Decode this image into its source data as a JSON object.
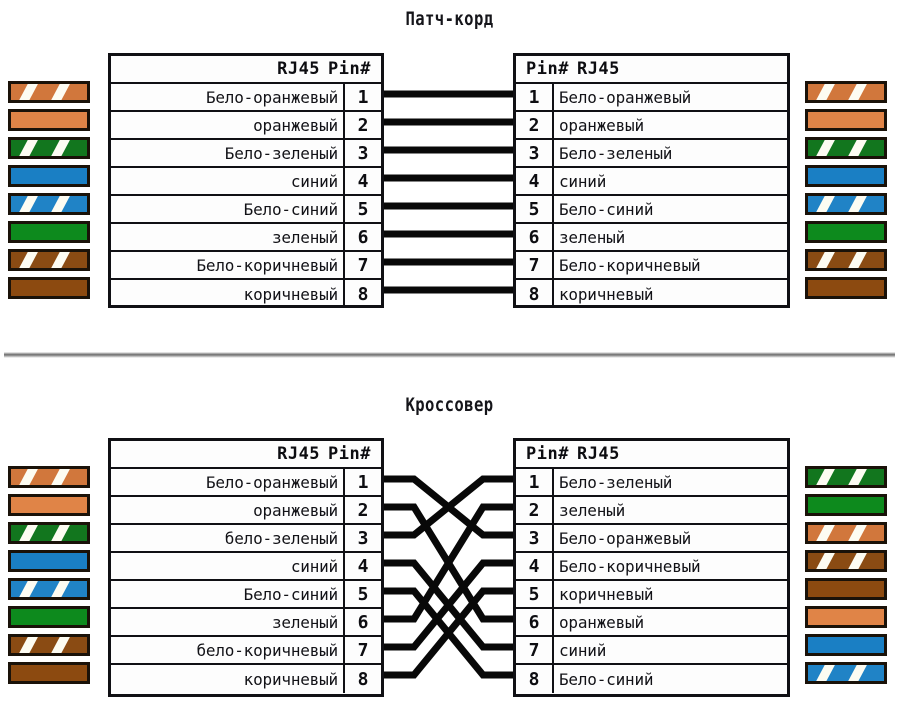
{
  "page": {
    "divider_color": "#6e6e6e",
    "background": "#ffffff"
  },
  "palette": {
    "white_orange": "#d1773c",
    "orange": "#e08447",
    "white_green": "#12761e",
    "blue": "#1a7fc4",
    "white_blue": "#2083c6",
    "green": "#0d8a1d",
    "white_brown": "#8a4b13",
    "brown": "#8c4a10",
    "stripe": "#fdfcf2",
    "border": "#1a1209",
    "table_border": "#101014",
    "text": "#121217"
  },
  "diagrams": [
    {
      "id": "patch-cord",
      "title": "Патч-корд",
      "left_table": {
        "header_rj45": "RJ45",
        "header_pin": "Pin#",
        "rows": [
          {
            "pin": "1",
            "name": "Бело-оранжевый",
            "color": "white_orange",
            "striped": true
          },
          {
            "pin": "2",
            "name": "оранжевый",
            "color": "orange",
            "striped": false
          },
          {
            "pin": "3",
            "name": "Бело-зеленый",
            "color": "white_green",
            "striped": true
          },
          {
            "pin": "4",
            "name": "синий",
            "color": "blue",
            "striped": false
          },
          {
            "pin": "5",
            "name": "Бело-синий",
            "color": "white_blue",
            "striped": true
          },
          {
            "pin": "6",
            "name": "зеленый",
            "color": "green",
            "striped": false
          },
          {
            "pin": "7",
            "name": "Бело-коричневый",
            "color": "white_brown",
            "striped": true
          },
          {
            "pin": "8",
            "name": "коричневый",
            "color": "brown",
            "striped": false
          }
        ]
      },
      "right_table": {
        "header_pin": "Pin#",
        "header_rj45": "RJ45",
        "rows": [
          {
            "pin": "1",
            "name": "Бело-оранжевый",
            "color": "white_orange",
            "striped": true
          },
          {
            "pin": "2",
            "name": "оранжевый",
            "color": "orange",
            "striped": false
          },
          {
            "pin": "3",
            "name": "Бело-зеленый",
            "color": "white_green",
            "striped": true
          },
          {
            "pin": "4",
            "name": "синий",
            "color": "blue",
            "striped": false
          },
          {
            "pin": "5",
            "name": "Бело-синий",
            "color": "white_blue",
            "striped": true
          },
          {
            "pin": "6",
            "name": "зеленый",
            "color": "green",
            "striped": false
          },
          {
            "pin": "7",
            "name": "Бело-коричневый",
            "color": "white_brown",
            "striped": true
          },
          {
            "pin": "8",
            "name": "коричневый",
            "color": "brown",
            "striped": false
          }
        ]
      },
      "wiring": [
        {
          "from": 1,
          "to": 1
        },
        {
          "from": 2,
          "to": 2
        },
        {
          "from": 3,
          "to": 3
        },
        {
          "from": 4,
          "to": 4
        },
        {
          "from": 5,
          "to": 5
        },
        {
          "from": 6,
          "to": 6
        },
        {
          "from": 7,
          "to": 7
        },
        {
          "from": 8,
          "to": 8
        }
      ]
    },
    {
      "id": "crossover",
      "title": "Кроссовер",
      "left_table": {
        "header_rj45": "RJ45",
        "header_pin": "Pin#",
        "rows": [
          {
            "pin": "1",
            "name": "Бело-оранжевый",
            "color": "white_orange",
            "striped": true
          },
          {
            "pin": "2",
            "name": "оранжевый",
            "color": "orange",
            "striped": false
          },
          {
            "pin": "3",
            "name": "бело-зеленый",
            "color": "white_green",
            "striped": true
          },
          {
            "pin": "4",
            "name": "синий",
            "color": "blue",
            "striped": false
          },
          {
            "pin": "5",
            "name": "Бело-синий",
            "color": "white_blue",
            "striped": true
          },
          {
            "pin": "6",
            "name": "зеленый",
            "color": "green",
            "striped": false
          },
          {
            "pin": "7",
            "name": "бело-коричневый",
            "color": "white_brown",
            "striped": true
          },
          {
            "pin": "8",
            "name": "коричневый",
            "color": "brown",
            "striped": false
          }
        ]
      },
      "right_table": {
        "header_pin": "Pin#",
        "header_rj45": "RJ45",
        "rows": [
          {
            "pin": "1",
            "name": "Бело-зеленый",
            "color": "white_green",
            "striped": true
          },
          {
            "pin": "2",
            "name": "зеленый",
            "color": "green",
            "striped": false
          },
          {
            "pin": "3",
            "name": "Бело-оранжевый",
            "color": "white_orange",
            "striped": true
          },
          {
            "pin": "4",
            "name": "Бело-коричневый",
            "color": "white_brown",
            "striped": true
          },
          {
            "pin": "5",
            "name": "коричневый",
            "color": "brown",
            "striped": false
          },
          {
            "pin": "6",
            "name": "оранжевый",
            "color": "orange",
            "striped": false
          },
          {
            "pin": "7",
            "name": "синий",
            "color": "blue",
            "striped": false
          },
          {
            "pin": "8",
            "name": "Бело-синий",
            "color": "white_blue",
            "striped": true
          }
        ]
      },
      "wiring": [
        {
          "from": 1,
          "to": 3
        },
        {
          "from": 2,
          "to": 6
        },
        {
          "from": 3,
          "to": 1
        },
        {
          "from": 4,
          "to": 7
        },
        {
          "from": 5,
          "to": 8
        },
        {
          "from": 6,
          "to": 2
        },
        {
          "from": 7,
          "to": 4
        },
        {
          "from": 8,
          "to": 5
        }
      ]
    }
  ]
}
